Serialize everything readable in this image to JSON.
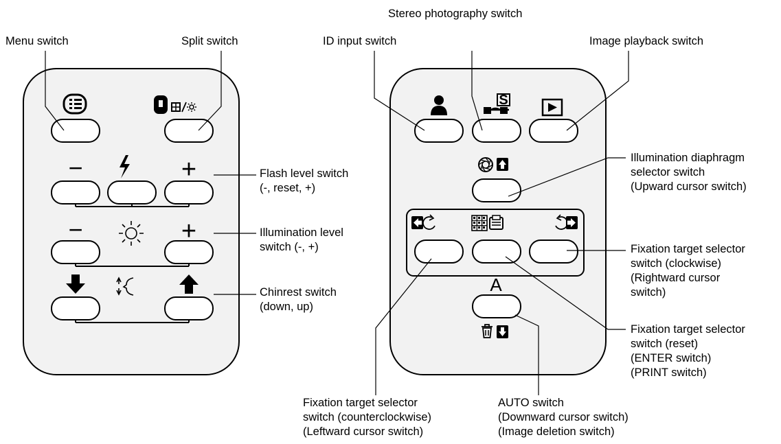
{
  "colors": {
    "panel_bg": "#f2f2f2",
    "button_fill": "#ffffff",
    "stroke": "#000000"
  },
  "callouts": {
    "stereo": "Stereo photography switch",
    "menu": "Menu switch",
    "split": "Split switch",
    "id_input": "ID input switch",
    "playback": "Image playback switch",
    "flash": [
      "Flash level switch",
      "(-, reset, +)"
    ],
    "illum_level": [
      "Illumination level",
      "switch (-, +)"
    ],
    "chinrest": [
      "Chinrest switch",
      "(down, up)"
    ],
    "diaphragm": [
      "Illumination diaphragm",
      "selector switch",
      "(Upward cursor switch)"
    ],
    "fix_cw": [
      "Fixation target selector",
      "switch (clockwise)",
      "(Rightward cursor",
      "switch)"
    ],
    "fix_reset": [
      "Fixation target selector",
      "switch (reset)",
      "(ENTER switch)",
      "(PRINT switch)"
    ],
    "fix_ccw": [
      "Fixation target selector",
      "switch (counterclockwise)",
      "(Leftward cursor switch)"
    ],
    "auto": [
      "AUTO switch",
      "(Downward cursor switch)",
      "(Image deletion switch)"
    ]
  },
  "panel_glyphs": {
    "minus": "−",
    "plus": "+",
    "auto_letter": "A"
  },
  "icons": [
    "menu-icon",
    "lock-icon",
    "split-icon",
    "flash-icon",
    "sun-icon",
    "down-arrow-icon",
    "up-arrow-icon",
    "chinrest-face-icon",
    "person-icon",
    "stereo-glasses-icon",
    "play-icon",
    "diaphragm-icon",
    "left-rotate-icon",
    "grid-print-icon",
    "right-rotate-icon",
    "trash-icon"
  ]
}
